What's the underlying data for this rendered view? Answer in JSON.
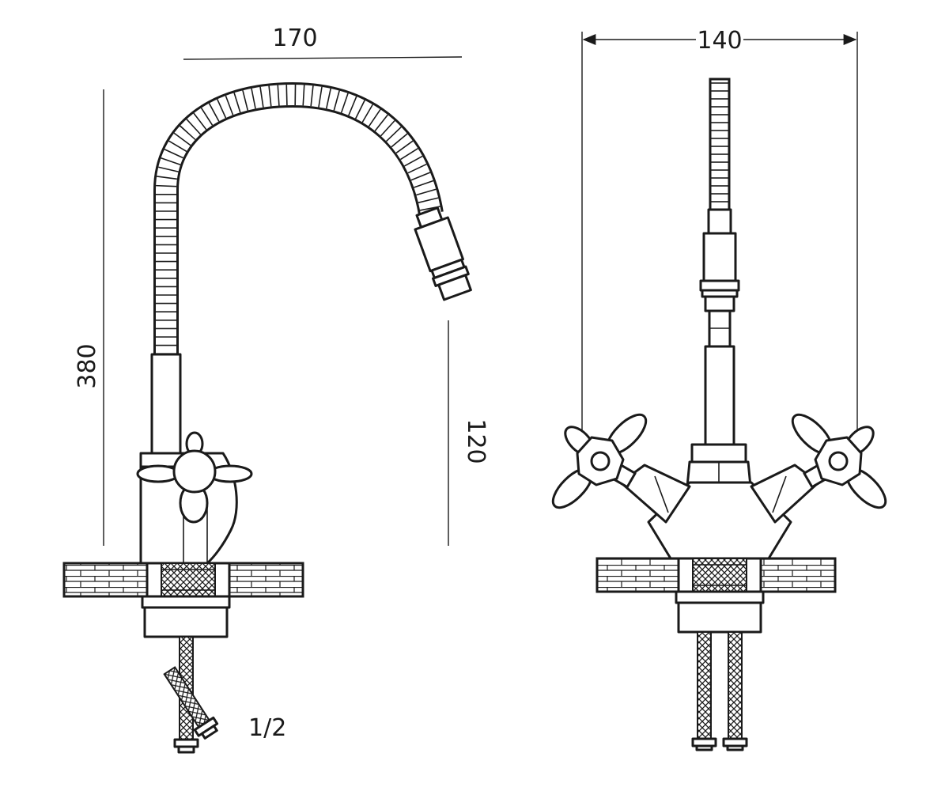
{
  "diagram": {
    "side_view": {
      "dim_width_label": "170",
      "dim_height_label": "380",
      "dim_spout_clearance_label": "120",
      "hose_thread_label": "1/2"
    },
    "front_view": {
      "dim_width_label": "140"
    },
    "colors": {
      "line": "#1a1a1a",
      "background": "#ffffff"
    }
  }
}
